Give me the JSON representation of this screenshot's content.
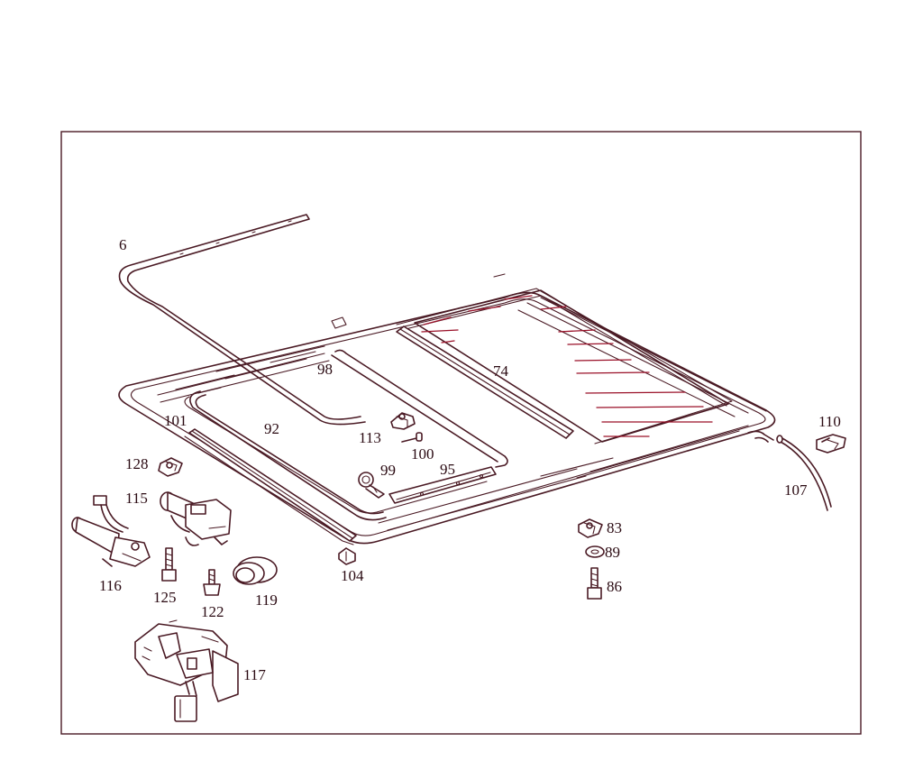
{
  "callouts": {
    "c6": "6",
    "c98": "98",
    "c74": "74",
    "c101": "101",
    "c92": "92",
    "c113": "113",
    "c100": "100",
    "c99": "99",
    "c95": "95",
    "c110": "110",
    "c107": "107",
    "c128": "128",
    "c115": "115",
    "c116": "116",
    "c125": "125",
    "c122": "122",
    "c119": "119",
    "c104": "104",
    "c83": "83",
    "c89": "89",
    "c86": "86",
    "c117": "117"
  },
  "colors": {
    "line": "#4a1a24",
    "glass_hatch": "#9a1028",
    "background": "#ffffff"
  }
}
